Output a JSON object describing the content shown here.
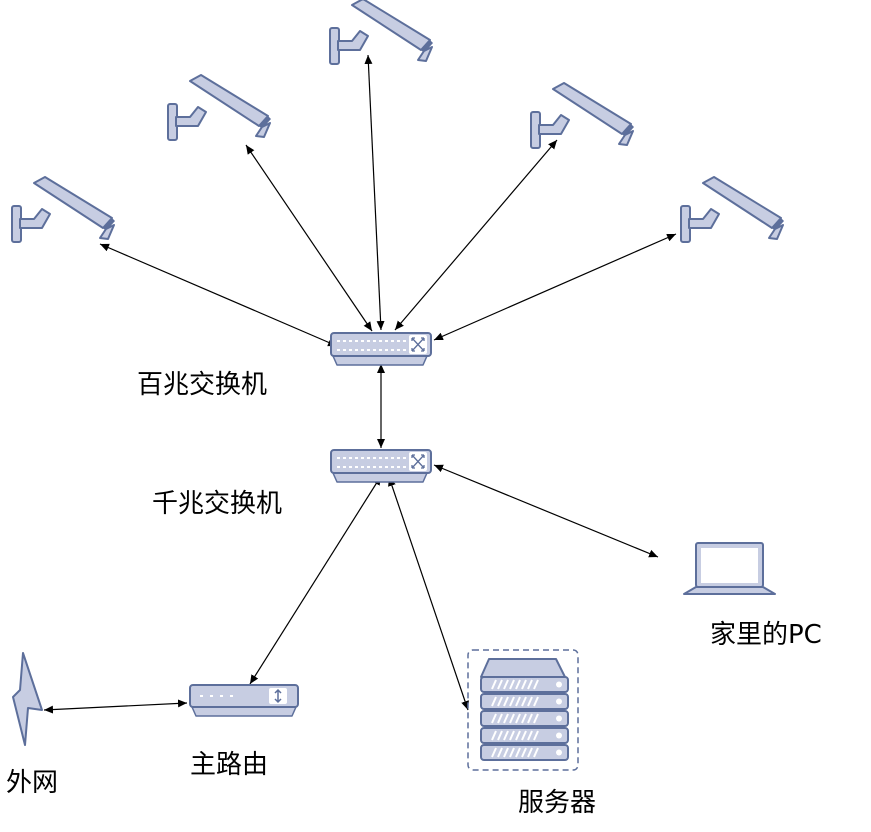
{
  "labels": {
    "switch_100m": "百兆交换机",
    "switch_1g": "千兆交换机",
    "home_pc": "家里的PC",
    "main_router": "主路由",
    "server": "服务器",
    "internet": "外网"
  },
  "colors": {
    "icon_fill": "#c7cde2",
    "icon_stroke": "#5d6f9b",
    "line": "#000000",
    "background": "#ffffff"
  },
  "icons": [
    "camera-icon",
    "switch-icon",
    "laptop-icon",
    "router-icon",
    "server-icon",
    "lightning-icon"
  ]
}
